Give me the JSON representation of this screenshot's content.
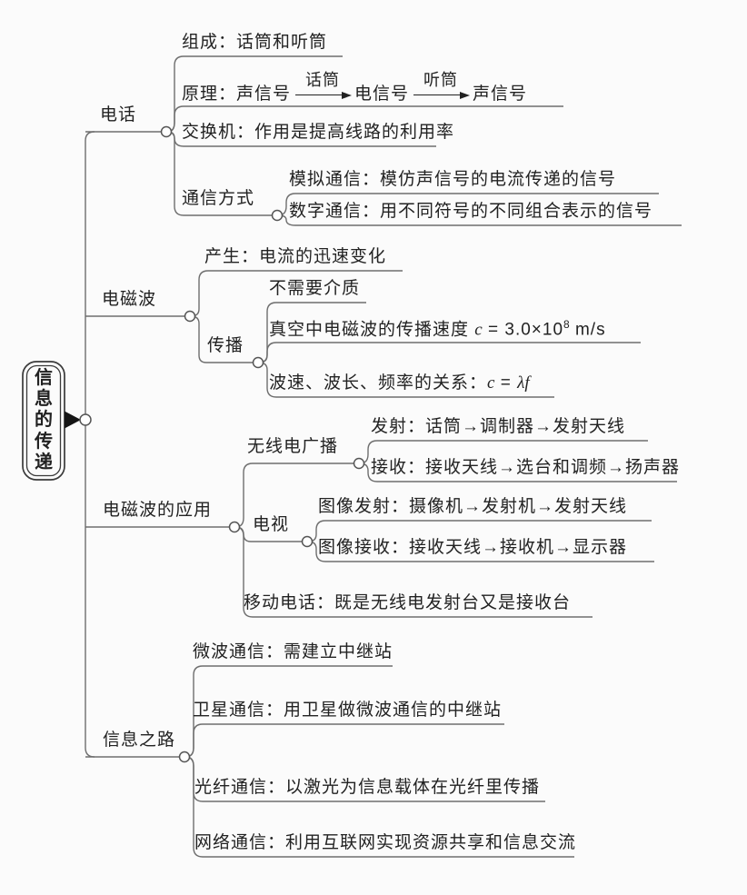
{
  "diagram_type": "mindmap",
  "root": {
    "title": "信息的传递"
  },
  "phone": {
    "label": "电话",
    "composition": "组成：话筒和听筒",
    "principle": {
      "label": "原理：",
      "s1": "声信号",
      "via1": "话筒",
      "s2": "电信号",
      "via2": "听筒",
      "s3": "声信号"
    },
    "switchboard": "交换机：作用是提高线路的利用率",
    "comm_mode": {
      "label": "通信方式",
      "analog": "模拟通信：模仿声信号的电流传递的信号",
      "digital": "数字通信：用不同符号的不同组合表示的信号"
    }
  },
  "em_wave": {
    "label": "电磁波",
    "generation": "产生：电流的迅速变化",
    "propagation": {
      "label": "传播",
      "no_medium": "不需要介质",
      "speed": {
        "pre": "真空中电磁波的传播速度 ",
        "var": "c",
        "mid": " = 3.0×10",
        "exp": "8",
        "unit": " m/s"
      },
      "relation": {
        "pre": "波速、波长、频率的关系：",
        "var": "c",
        "eq": " = ",
        "lambda": "λ",
        "freq": "f"
      }
    }
  },
  "em_app": {
    "label": "电磁波的应用",
    "radio": {
      "label": "无线电广播",
      "transmit": "发射：话筒→调制器→发射天线",
      "receive": "接收：接收天线→选台和调频→扬声器"
    },
    "tv": {
      "label": "电视",
      "image_transmit": "图像发射：摄像机→发射机→发射天线",
      "image_receive": "图像接收：接收天线→接收机→显示器"
    },
    "mobile": "移动电话：既是无线电发射台又是接收台"
  },
  "info_road": {
    "label": "信息之路",
    "microwave": "微波通信：需建立中继站",
    "satellite": "卫星通信：用卫星做微波通信的中继站",
    "fiber": "光纤通信：以激光为信息载体在光纤里传播",
    "network": "网络通信：利用互联网实现资源共享和信息交流"
  },
  "colors": {
    "line": "#6e6e6e",
    "text": "#222222",
    "node_stroke": "#555555",
    "node_fill": "#ffffff",
    "arrow": "#151515",
    "background": "#fbfbfb"
  }
}
